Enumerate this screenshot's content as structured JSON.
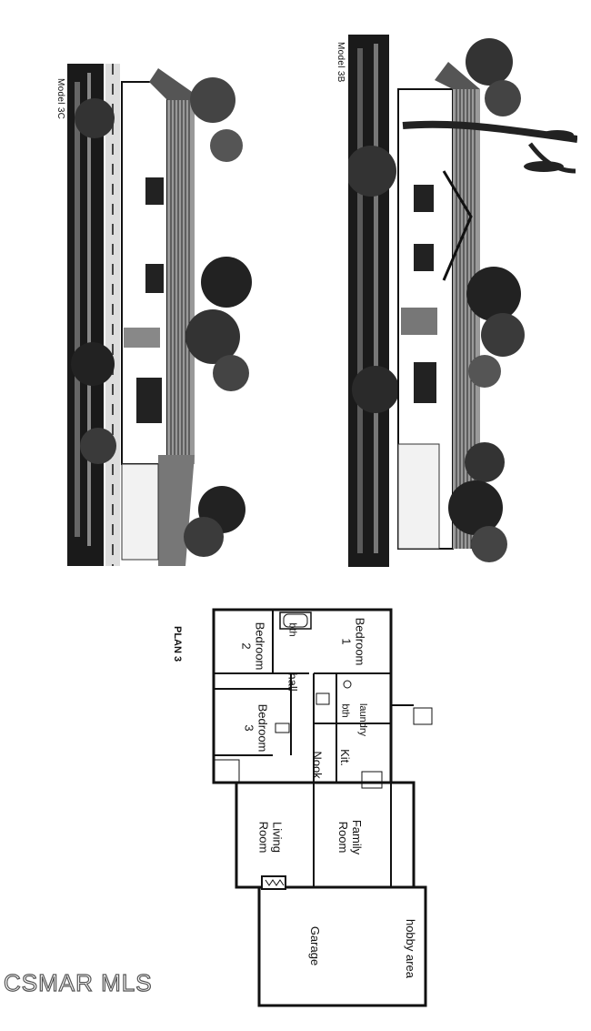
{
  "models": [
    {
      "label": "Model 3C"
    },
    {
      "label": "Model 3B"
    }
  ],
  "plan": {
    "title": "PLAN 3",
    "rooms": {
      "bedroom1": "Bedroom\n1",
      "bedroom2": "Bedroom\n2",
      "bedroom3": "Bedroom\n3",
      "bath1": "bth",
      "bath2": "bth",
      "hall": "hall",
      "laundry": "laundry",
      "kitchen": "Kit.",
      "nook": "Nook",
      "family": "Family\nRoom",
      "living": "Living\nRoom",
      "garage": "Garage",
      "hobby": "hobby area"
    }
  },
  "watermark": "CSMAR MLS"
}
